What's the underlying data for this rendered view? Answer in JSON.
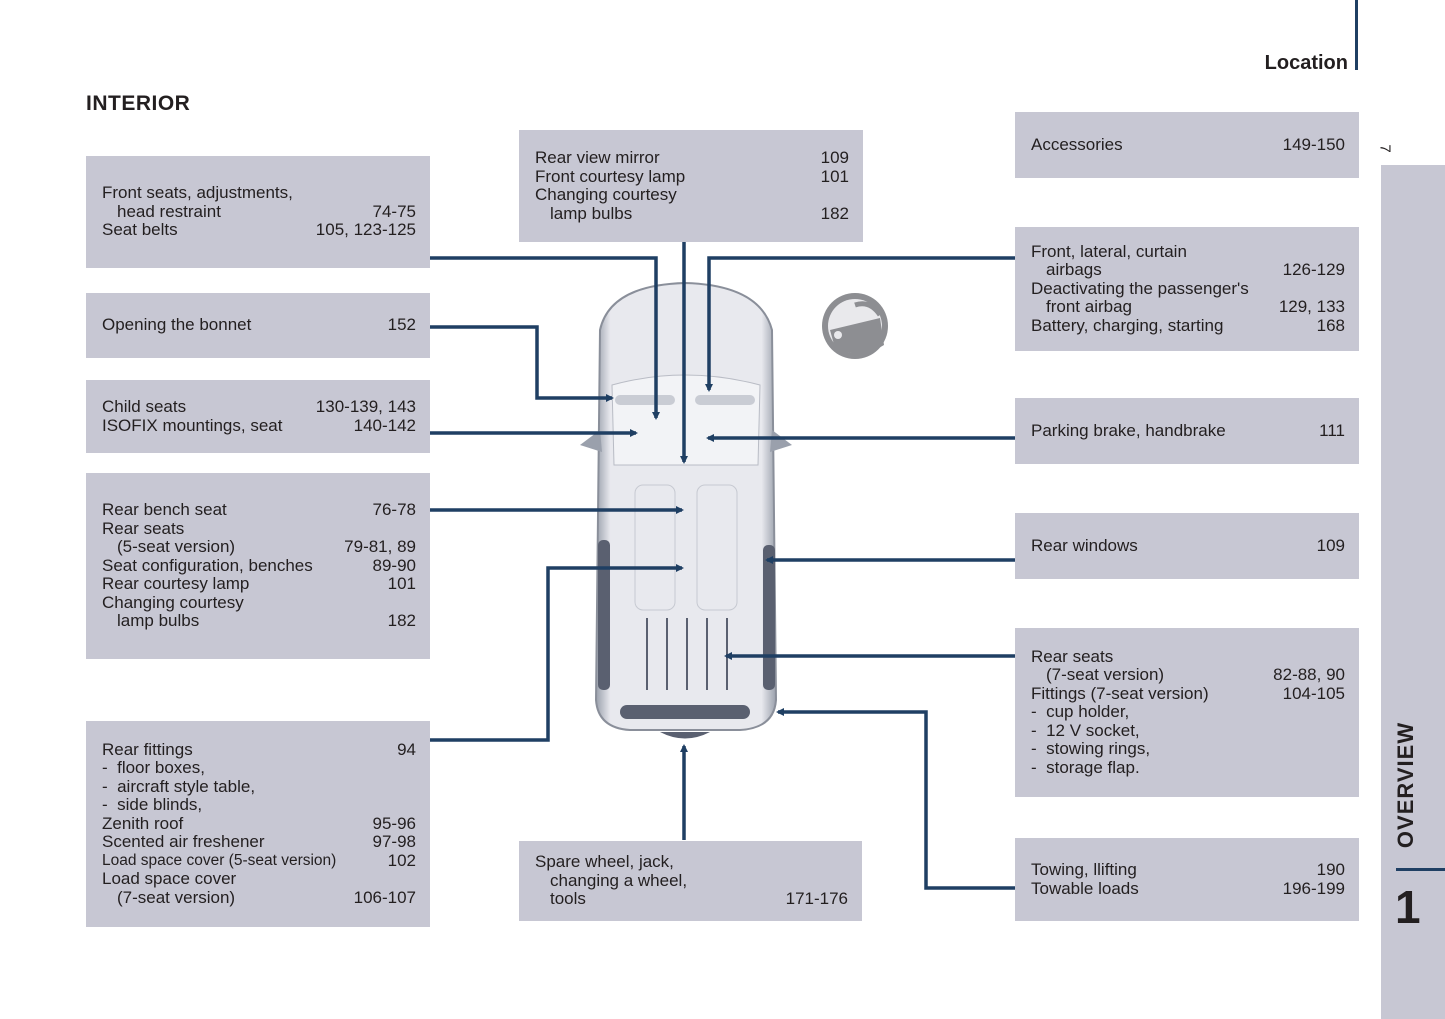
{
  "header": {
    "section": "Location",
    "page_number": "7"
  },
  "page_title": "INTERIOR",
  "sidebar": {
    "chapter_label": "OVERVIEW",
    "chapter_number": "1"
  },
  "colors": {
    "box_bg": "#c7c7d3",
    "leader_line": "#1f3f63",
    "text": "#231f20"
  },
  "boxes": {
    "front_seats": {
      "rows": [
        {
          "label": "Front seats, adjustments,",
          "page": ""
        },
        {
          "label": "head restraint",
          "page": "74-75"
        },
        {
          "label": "Seat belts",
          "page": "105, 123-125"
        }
      ]
    },
    "bonnet": {
      "rows": [
        {
          "label": "Opening the bonnet",
          "page": "152"
        }
      ]
    },
    "child_seats": {
      "rows": [
        {
          "label": "Child seats",
          "page": "130-139, 143"
        },
        {
          "label": "ISOFIX mountings, seat",
          "page": "140-142"
        }
      ]
    },
    "rear_bench": {
      "rows": [
        {
          "label": "Rear bench seat",
          "page": "76-78"
        },
        {
          "label": "Rear seats",
          "page": ""
        },
        {
          "label": "(5-seat version)",
          "page": "79-81, 89"
        },
        {
          "label": "Seat configuration, benches",
          "page": "89-90"
        },
        {
          "label": "Rear courtesy lamp",
          "page": "101"
        },
        {
          "label": "Changing courtesy",
          "page": ""
        },
        {
          "label": "lamp bulbs",
          "page": "182"
        }
      ]
    },
    "rear_fittings": {
      "rows": [
        {
          "label": "Rear fittings",
          "page": "94"
        },
        {
          "label": "-  floor boxes,",
          "page": ""
        },
        {
          "label": "-  aircraft style table,",
          "page": ""
        },
        {
          "label": "-  side blinds,",
          "page": ""
        },
        {
          "label": "Zenith roof",
          "page": "95-96"
        },
        {
          "label": "Scented air freshener",
          "page": "97-98"
        },
        {
          "label": "Load space cover (5-seat version)",
          "page": "102"
        },
        {
          "label": "Load space cover",
          "page": ""
        },
        {
          "label": "(7-seat version)",
          "page": "106-107"
        }
      ]
    },
    "mirror": {
      "rows": [
        {
          "label": "Rear view mirror",
          "page": "109"
        },
        {
          "label": "Front courtesy lamp",
          "page": "101"
        },
        {
          "label": "Changing courtesy",
          "page": ""
        },
        {
          "label": "lamp bulbs",
          "page": "182"
        }
      ]
    },
    "spare_wheel": {
      "rows": [
        {
          "label": "Spare wheel, jack,",
          "page": ""
        },
        {
          "label": "changing a wheel,",
          "page": ""
        },
        {
          "label": "tools",
          "page": "171-176"
        }
      ]
    },
    "accessories": {
      "rows": [
        {
          "label": "Accessories",
          "page": "149-150"
        }
      ]
    },
    "airbags": {
      "rows": [
        {
          "label": "Front, lateral, curtain",
          "page": ""
        },
        {
          "label": "airbags",
          "page": "126-129"
        },
        {
          "label": "Deactivating the passenger's",
          "page": ""
        },
        {
          "label": "front airbag",
          "page": "129, 133"
        },
        {
          "label": "Battery, charging, starting",
          "page": "168"
        }
      ]
    },
    "parking_brake": {
      "rows": [
        {
          "label": "Parking brake, handbrake",
          "page": "111"
        }
      ]
    },
    "rear_windows": {
      "rows": [
        {
          "label": "Rear windows",
          "page": "109"
        }
      ]
    },
    "rear_seats_7": {
      "rows": [
        {
          "label": "Rear seats",
          "page": ""
        },
        {
          "label": "(7-seat version)",
          "page": "82-88, 90"
        },
        {
          "label": "Fittings (7-seat version)",
          "page": "104-105"
        },
        {
          "label": "-  cup holder,",
          "page": ""
        },
        {
          "label": "-  12 V socket,",
          "page": ""
        },
        {
          "label": "-  stowing rings,",
          "page": ""
        },
        {
          "label": "-  storage flap.",
          "page": ""
        }
      ]
    },
    "towing": {
      "rows": [
        {
          "label": "Towing, llifting",
          "page": "190"
        },
        {
          "label": "Towable loads",
          "page": "196-199"
        }
      ]
    }
  },
  "icons": {
    "steering_icon": "steering-wheel-hand-icon"
  }
}
